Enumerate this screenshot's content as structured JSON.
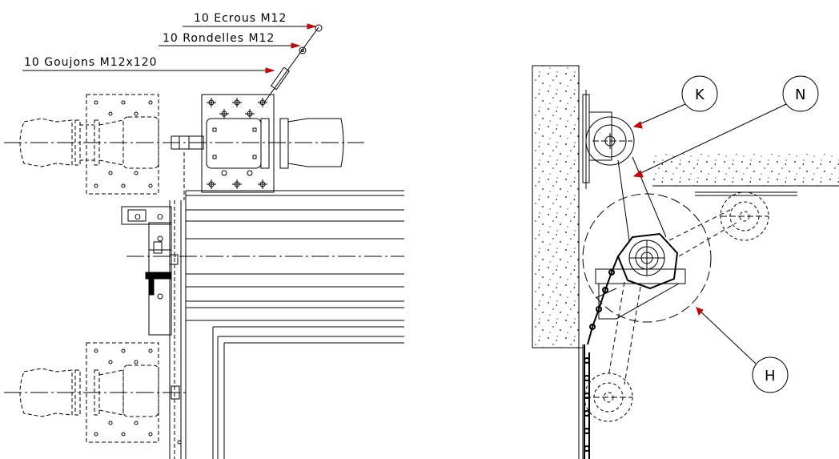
{
  "callouts": {
    "ecrous": "10 Ecrous M12",
    "rondelles": "10 Rondelles M12",
    "goujons": "10 Goujons M12x120"
  },
  "balloons": {
    "k": "K",
    "n": "N",
    "h": "H"
  },
  "colors": {
    "line": "#000000",
    "leader_arrow": "#cc0000"
  }
}
